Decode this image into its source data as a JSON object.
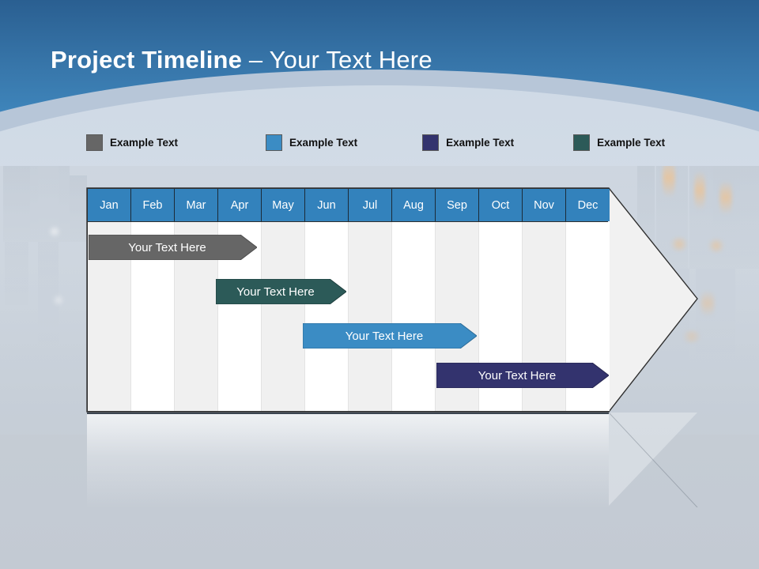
{
  "slide": {
    "title_bold": "Project Timeline",
    "title_sep": " – ",
    "title_light": "Your Text Here"
  },
  "legend": {
    "items": [
      {
        "label": "Example Text",
        "color": "#666666",
        "icon": "color-swatch-icon"
      },
      {
        "label": "Example Text",
        "color": "#3b8cc4",
        "icon": "color-swatch-icon"
      },
      {
        "label": "Example Text",
        "color": "#33336e",
        "icon": "color-swatch-icon"
      },
      {
        "label": "Example Text",
        "color": "#2c5a58",
        "icon": "color-swatch-icon"
      }
    ]
  },
  "timeline": {
    "months": [
      "Jan",
      "Feb",
      "Mar",
      "Apr",
      "May",
      "Jun",
      "Jul",
      "Aug",
      "Sep",
      "Oct",
      "Nov",
      "Dec"
    ],
    "header_bg": "#3382bc",
    "header_text_color": "#ffffff",
    "column_alt_bg": "#f0f0f0",
    "column_bg": "#ffffff",
    "bars": [
      {
        "label": "Your  Text Here",
        "color": "#666666",
        "start_month": "Jan",
        "end_month": "Apr",
        "row": 1
      },
      {
        "label": "Your  Text Here",
        "color": "#2c5a58",
        "start_month": "Apr",
        "end_month": "Jun",
        "row": 2
      },
      {
        "label": "Your  Text Here",
        "color": "#3b8cc4",
        "start_month": "Jun",
        "end_month": "Sep",
        "row": 3
      },
      {
        "label": "Your  Text Here",
        "color": "#33336e",
        "start_month": "Sep",
        "end_month": "Dec",
        "row": 4
      }
    ]
  },
  "chart_data": {
    "type": "bar",
    "title": "Project Timeline – Your Text Here",
    "categories": [
      "Jan",
      "Feb",
      "Mar",
      "Apr",
      "May",
      "Jun",
      "Jul",
      "Aug",
      "Sep",
      "Oct",
      "Nov",
      "Dec"
    ],
    "series": [
      {
        "name": "Example Text",
        "color": "#666666",
        "start": 1,
        "end": 4.9,
        "label": "Your  Text Here"
      },
      {
        "name": "Example Text",
        "color": "#2c5a58",
        "start": 3.95,
        "end": 6.95,
        "label": "Your  Text Here"
      },
      {
        "name": "Example Text",
        "color": "#3b8cc4",
        "start": 6.0,
        "end": 10.0,
        "label": "Your  Text Here"
      },
      {
        "name": "Example Text",
        "color": "#33336e",
        "start": 9.05,
        "end": 13.0,
        "label": "Your  Text Here"
      }
    ],
    "xlabel": "",
    "ylabel": "",
    "grid": true,
    "legend_position": "top"
  }
}
